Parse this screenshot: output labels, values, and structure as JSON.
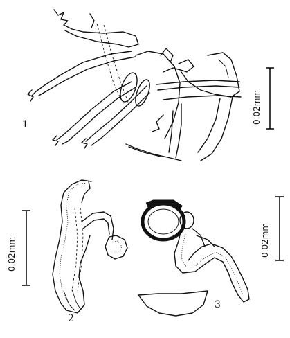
{
  "figure_labels": {
    "fig1": "1",
    "fig2": "2",
    "fig3": "3"
  },
  "scale_bars": {
    "fig1": "0.02mm",
    "fig2": "0.02mm",
    "fig3": "0.02mm"
  },
  "colors": {
    "ink": "#111111",
    "background": "#ffffff"
  }
}
